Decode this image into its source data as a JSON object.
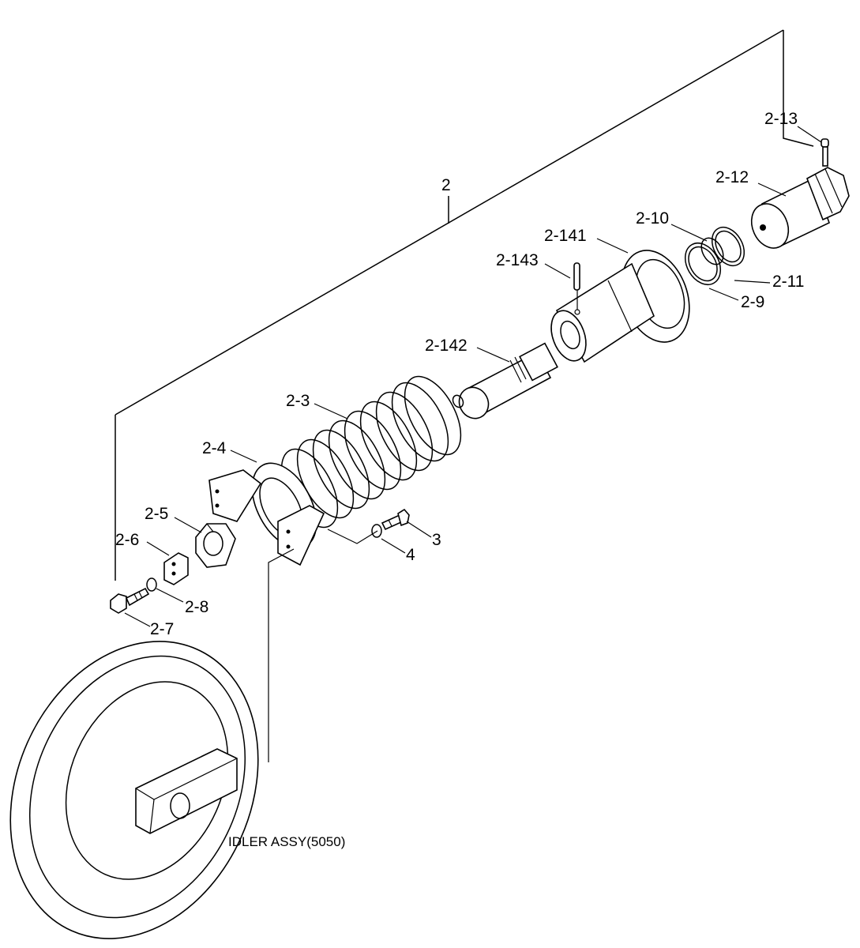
{
  "labels": {
    "l2": "2",
    "l2_13": "2-13",
    "l2_12": "2-12",
    "l2_10": "2-10",
    "l2_141": "2-141",
    "l2_143": "2-143",
    "l2_11": "2-11",
    "l2_9": "2-9",
    "l2_142": "2-142",
    "l2_3": "2-3",
    "l2_4": "2-4",
    "l2_5": "2-5",
    "l2_6": "2-6",
    "l3": "3",
    "l4": "4",
    "l2_8": "2-8",
    "l2_7": "2-7"
  },
  "caption": "IDLER ASSY(5050)"
}
